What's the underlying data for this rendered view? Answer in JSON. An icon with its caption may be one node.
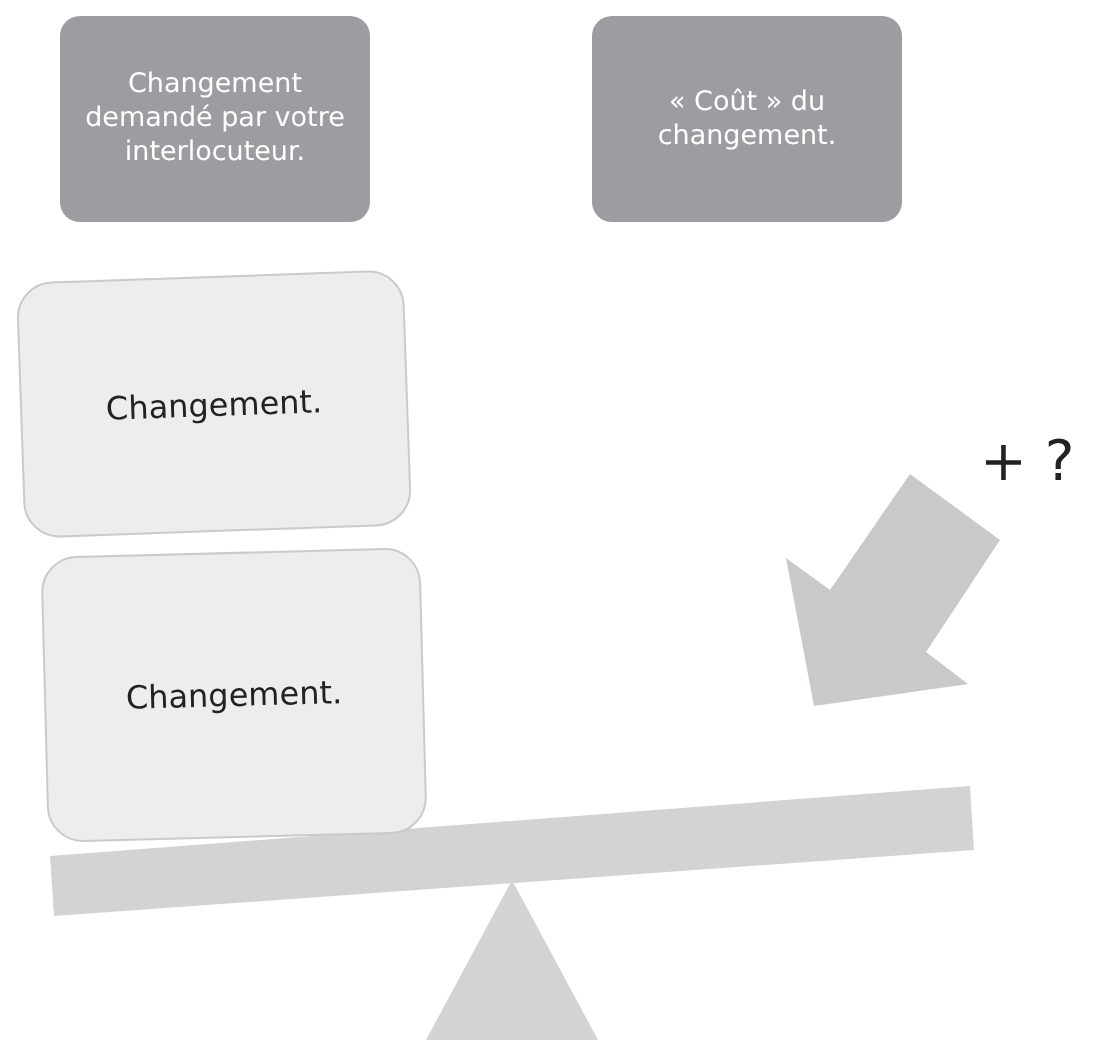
{
  "diagram": {
    "nodes": [
      {
        "text": [
          "Changement demandé par votre interlocuteur."
        ]
      },
      {
        "text": [
          "« Coût » du changement."
        ]
      },
      {
        "text": [
          "Changement."
        ]
      },
      {
        "text": [
          "Changement."
        ]
      }
    ],
    "labels": [
      "+ ?"
    ]
  }
}
